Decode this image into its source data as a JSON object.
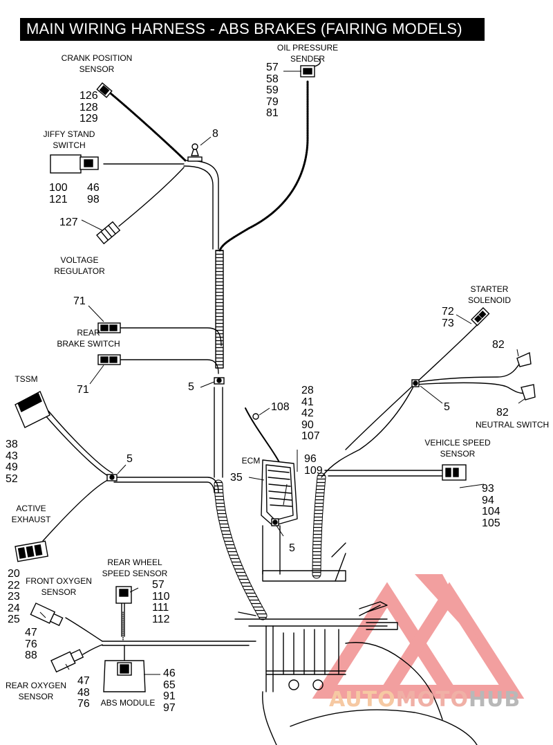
{
  "title": "MAIN WIRING HARNESS - ABS BRAKES (FAIRING MODELS)",
  "labels": {
    "crank_position_sensor": [
      "CRANK POSITION",
      "SENSOR"
    ],
    "oil_pressure_sender": [
      "OIL PRESSURE",
      "SENDER"
    ],
    "jiffy_stand_switch": [
      "JIFFY STAND",
      "SWITCH"
    ],
    "voltage_regulator": [
      "VOLTAGE",
      "REGULATOR"
    ],
    "rear_brake_switch": [
      "REAR",
      "BRAKE SWITCH"
    ],
    "tssm": [
      "TSSM"
    ],
    "starter_solenoid": [
      "STARTER",
      "SOLENOID"
    ],
    "neutral_switch": [
      "NEUTRAL SWITCH"
    ],
    "vehicle_speed_sensor": [
      "VEHICLE SPEED",
      "SENSOR"
    ],
    "ecm": [
      "ECM"
    ],
    "active_exhaust": [
      "ACTIVE",
      "EXHAUST"
    ],
    "front_oxygen_sensor": [
      "FRONT OXYGEN",
      "SENSOR"
    ],
    "rear_wheel_speed_sensor": [
      "REAR WHEEL",
      "SPEED SENSOR"
    ],
    "rear_oxygen_sensor": [
      "REAR OXYGEN",
      "SENSOR"
    ],
    "abs_module": [
      "ABS MODULE"
    ]
  },
  "callouts": {
    "crank": [
      "126",
      "128",
      "129"
    ],
    "oil": [
      "57",
      "58",
      "59",
      "79",
      "81"
    ],
    "clip_top": [
      "8"
    ],
    "jiffy_left": [
      "100",
      "121"
    ],
    "jiffy_right": [
      "46",
      "98"
    ],
    "regulator": [
      "127"
    ],
    "brake_switch_top": [
      "71"
    ],
    "brake_switch_bottom": [
      "71"
    ],
    "clip_5_center": [
      "5"
    ],
    "tssm": [
      "38",
      "43",
      "49",
      "52"
    ],
    "clip_5_left": [
      "5"
    ],
    "starter": [
      "72",
      "73"
    ],
    "neutral_top": [
      "82"
    ],
    "neutral_bottom": [
      "82"
    ],
    "clip_5_right": [
      "5"
    ],
    "part_108": [
      "108"
    ],
    "ecm_list": [
      "28",
      "41",
      "42",
      "90",
      "107"
    ],
    "ecm_96": [
      "96",
      "109"
    ],
    "ecm_35": [
      "35"
    ],
    "clip_5_ecm": [
      "5"
    ],
    "vss": [
      "93",
      "94",
      "104",
      "105"
    ],
    "active_exhaust": [
      "20",
      "22",
      "23",
      "24",
      "25"
    ],
    "rws": [
      "57",
      "110",
      "111",
      "112"
    ],
    "front_o2": [
      "47",
      "76",
      "88"
    ],
    "rear_o2": [
      "47",
      "48",
      "76"
    ],
    "abs": [
      "46",
      "65",
      "91",
      "97"
    ]
  },
  "watermark": {
    "parts": [
      "AUTO",
      "MOTO",
      "HUB"
    ],
    "colors": [
      "#f6c9a3",
      "#f0b0a6",
      "#b8b8b8"
    ],
    "logo_color": "#ee7f7f"
  }
}
